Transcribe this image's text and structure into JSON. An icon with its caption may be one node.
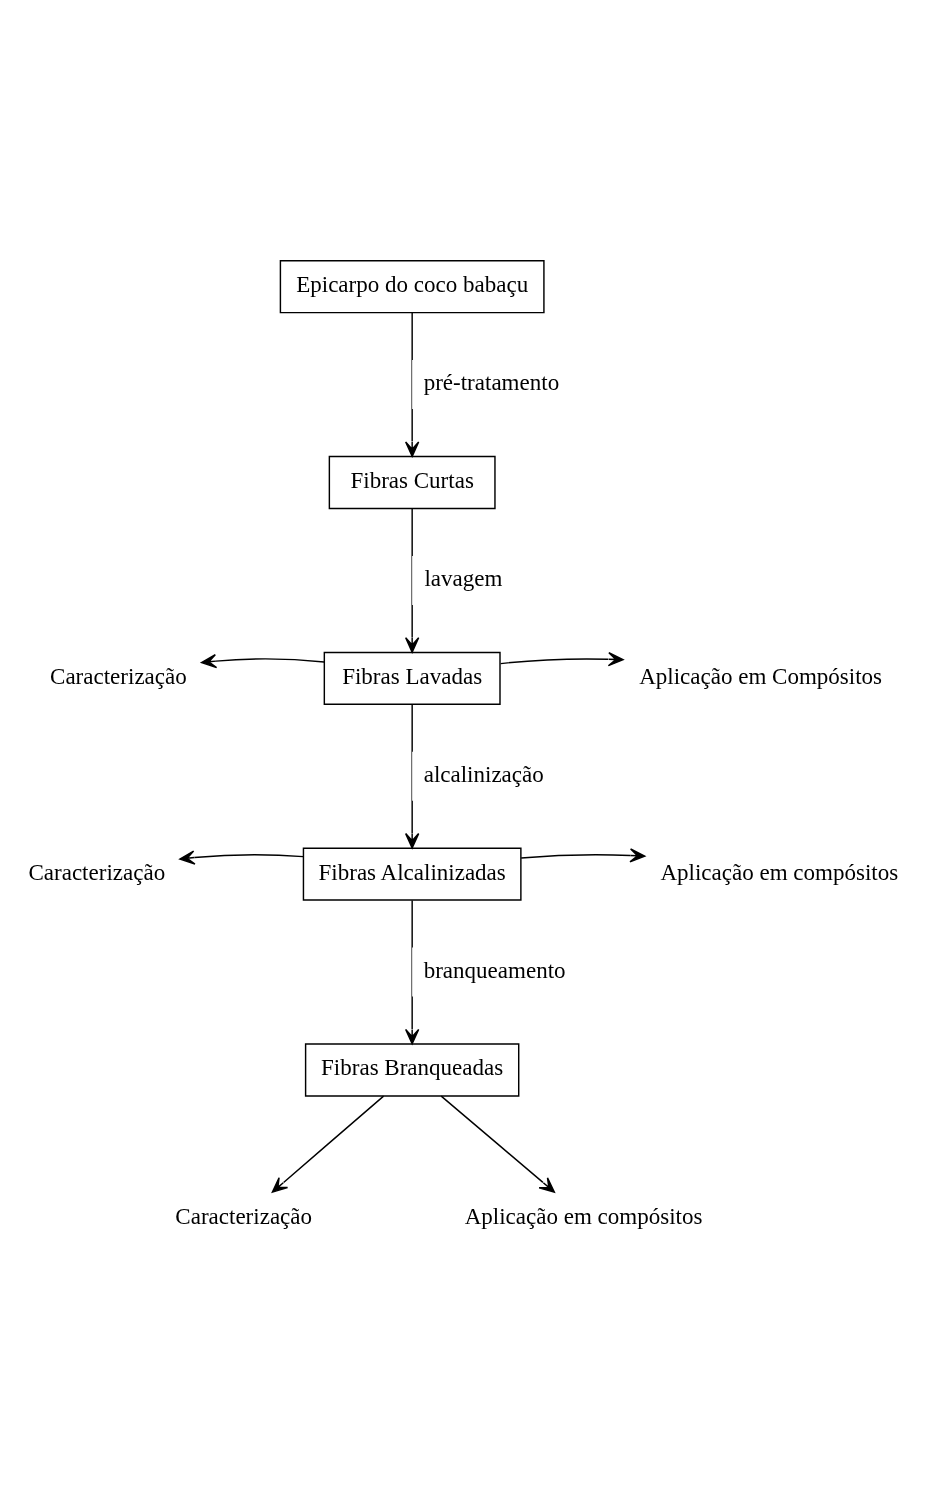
{
  "diagram": {
    "nodes": [
      {
        "text": [
          "Epicarpo do coco babaçu"
        ]
      },
      {
        "text": [
          "Fibras Curtas"
        ]
      },
      {
        "text": [
          "Caracterização"
        ]
      },
      {
        "text": [
          "Fibras Lavadas"
        ]
      },
      {
        "text": [
          "Aplicação em Compósitos"
        ]
      },
      {
        "text": [
          "Caracterização"
        ]
      },
      {
        "text": [
          "Fibras Alcalinizadas"
        ]
      },
      {
        "text": [
          "Aplicação em compósitos"
        ]
      },
      {
        "text": [
          "Fibras Branqueadas"
        ]
      },
      {
        "text": [
          "Caracterização"
        ]
      },
      {
        "text": [
          "Aplicação em compósitos"
        ]
      }
    ],
    "edges": [
      {
        "from": 0,
        "to": 1,
        "arrow": "to",
        "label": "pré-tratamento"
      },
      {
        "from": 1,
        "to": 3,
        "arrow": "to",
        "label": "lavagem"
      },
      {
        "from": 3,
        "to": 2,
        "arrow": "to"
      },
      {
        "from": 3,
        "to": 4,
        "arrow": "to"
      },
      {
        "from": 3,
        "to": 6,
        "arrow": "to",
        "label": "alcalinização"
      },
      {
        "from": 6,
        "to": 5,
        "arrow": "to"
      },
      {
        "from": 6,
        "to": 7,
        "arrow": "to"
      },
      {
        "from": 6,
        "to": 8,
        "arrow": "to",
        "label": "branqueamento"
      },
      {
        "from": 8,
        "to": 9,
        "arrow": "to"
      },
      {
        "from": 8,
        "to": 10,
        "arrow": "to"
      }
    ]
  }
}
